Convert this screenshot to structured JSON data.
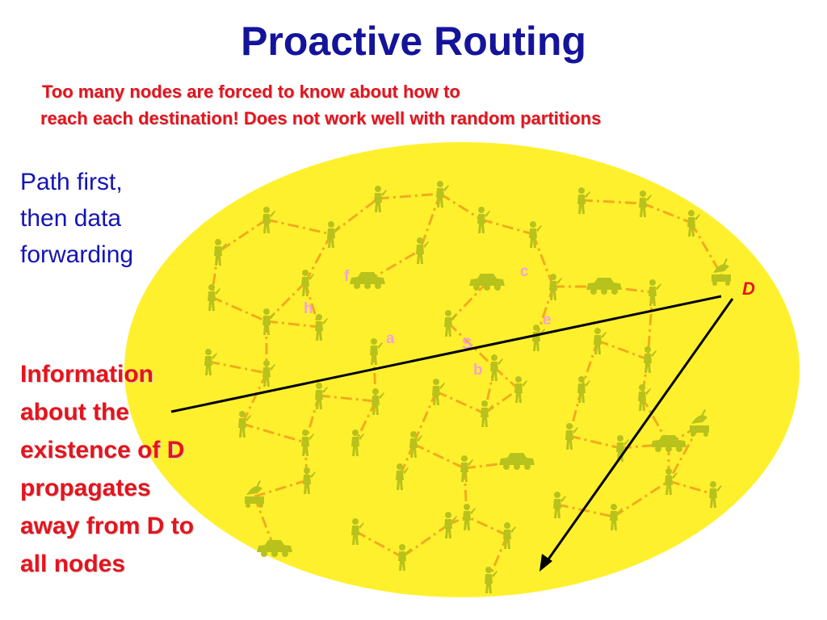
{
  "title": "Proactive Routing",
  "subtitle_lines": [
    "Too many nodes are forced to know about how to",
    "reach each destination! Does not work well with random partitions"
  ],
  "left_blue_lines": [
    "Path first,",
    "then data",
    "forwarding"
  ],
  "left_red_lines": [
    "Information",
    "about  the",
    "existence of D",
    "propagates",
    "away from D to",
    "all nodes"
  ],
  "node_labels": {
    "c": "c",
    "f": "f",
    "h": "h",
    "e": "e",
    "a": "a",
    "S": "S",
    "b": "b",
    "D": "D"
  },
  "colors": {
    "title": "#14149a",
    "subtitle": "#e4141e",
    "left_blue": "#1414b4",
    "left_red": "#e4141e",
    "field": "#fff02e",
    "node": "#b8c21c",
    "link": "#f0a41c",
    "node_label": "#f2a2d6",
    "destination": "#e4141e"
  },
  "icons": [
    "soldier-icon",
    "satellite-dish-icon",
    "vehicle-icon",
    "radio-link-icon"
  ]
}
